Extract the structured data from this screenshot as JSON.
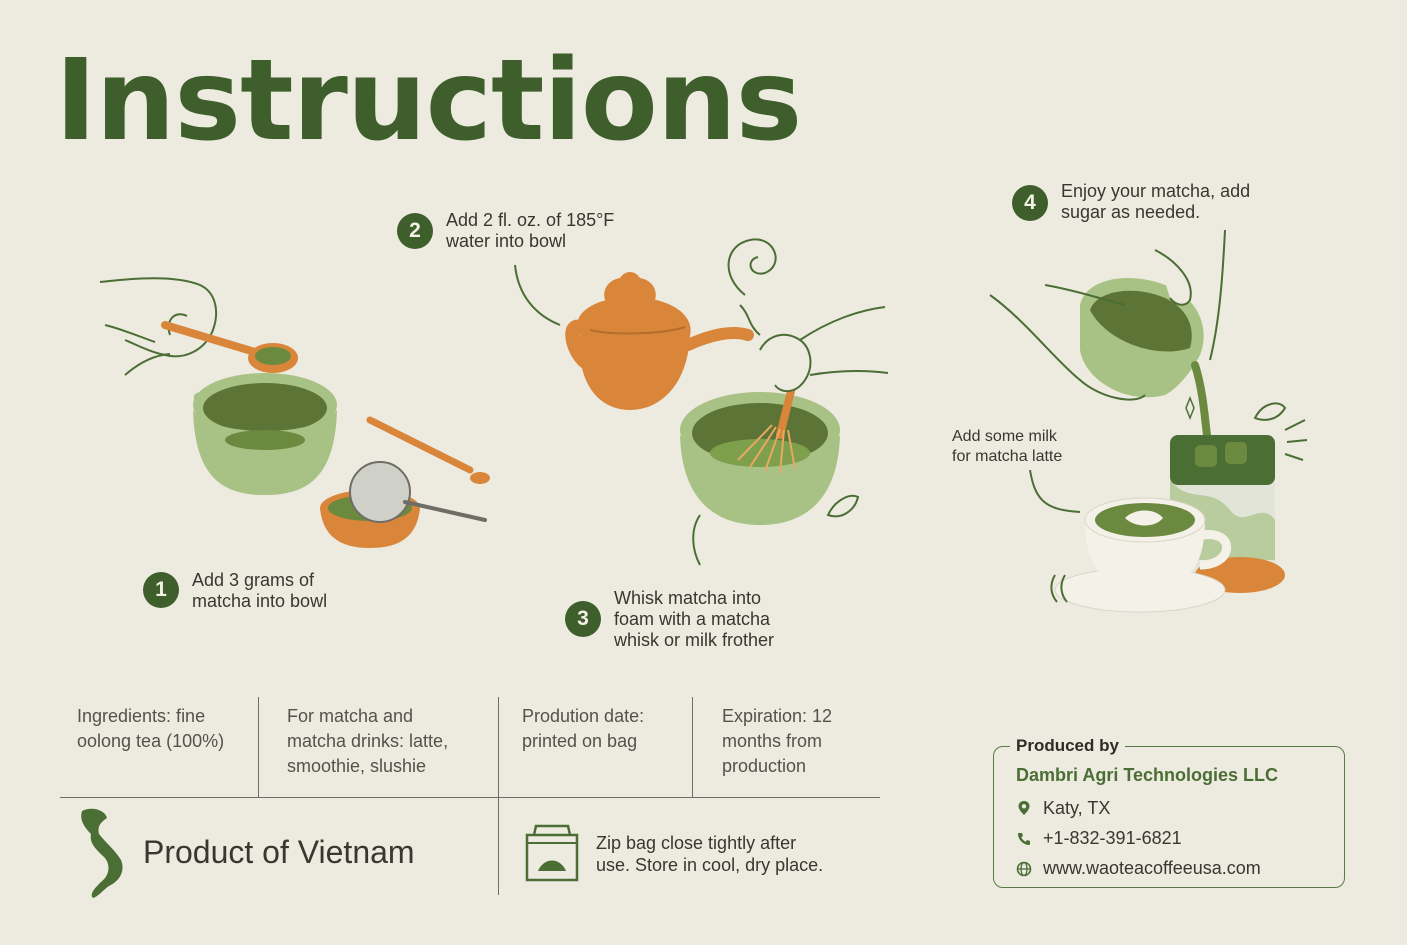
{
  "title": "Instructions",
  "steps": [
    {
      "number": "1",
      "line1": "Add 3 grams of",
      "line2": "matcha into bowl"
    },
    {
      "number": "2",
      "line1": "Add 2 fl. oz. of 185°F",
      "line2": "water into bowl"
    },
    {
      "number": "3",
      "line1": "Whisk matcha into",
      "line2": "foam with a matcha",
      "line3": "whisk or milk frother"
    },
    {
      "number": "4",
      "line1": "Enjoy your matcha, add",
      "line2": "sugar as needed."
    }
  ],
  "milk_note": {
    "line1": "Add some milk",
    "line2": "for matcha latte"
  },
  "info": [
    {
      "line1": "Ingredients: fine",
      "line2": "oolong tea (100%)"
    },
    {
      "line1": "For matcha and",
      "line2": "matcha drinks: latte,",
      "line3": "smoothie, slushie"
    },
    {
      "line1": "Prodution date:",
      "line2": "printed on bag"
    },
    {
      "line1": "Expiration: 12",
      "line2": "months from",
      "line3": "production"
    }
  ],
  "origin": "Product of Vietnam",
  "storage": {
    "line1": "Zip bag close tightly after",
    "line2": "use. Store in cool, dry place."
  },
  "producer": {
    "heading": "Produced by",
    "company": "Dambri Agri Technologies LLC",
    "location": "Katy, TX",
    "phone": "+1-832-391-6821",
    "website": "www.waoteacoffeeusa.com"
  },
  "icons": {
    "location": "location-pin-icon",
    "phone": "phone-icon",
    "website": "globe-icon",
    "map": "vietnam-map-icon",
    "bag": "zip-bag-icon"
  },
  "colors": {
    "background": "#edeae0",
    "dark_green": "#3e5f2b",
    "light_green": "#a8c285",
    "matcha": "#6c8a3f",
    "orange": "#d9863a"
  }
}
